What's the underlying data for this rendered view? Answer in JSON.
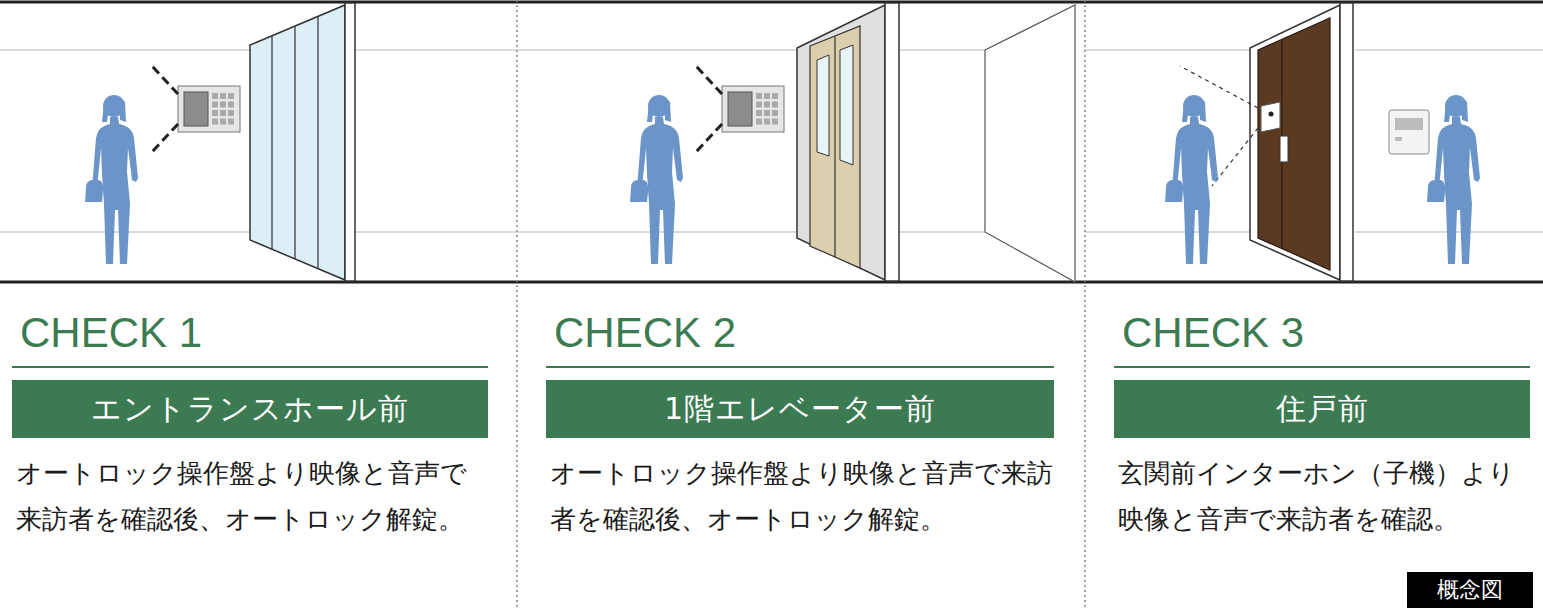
{
  "diagram": {
    "nodes": [
      {
        "text": [
          "CHECK 1",
          "エントランスホール前",
          "オートロック操作盤より映像と音声で来訪者を確認後、オートロック解錠。"
        ]
      },
      {
        "text": [
          "CHECK 2",
          "1階エレベーター前",
          "オートロック操作盤より映像と音声で来訪者を確認後、オートロック解錠。"
        ]
      },
      {
        "text": [
          "CHECK 3",
          "住戸前",
          "玄関前インターホン（子機）より映像と音声で来訪者を確認。"
        ]
      }
    ],
    "labels": [
      "概念図"
    ]
  }
}
